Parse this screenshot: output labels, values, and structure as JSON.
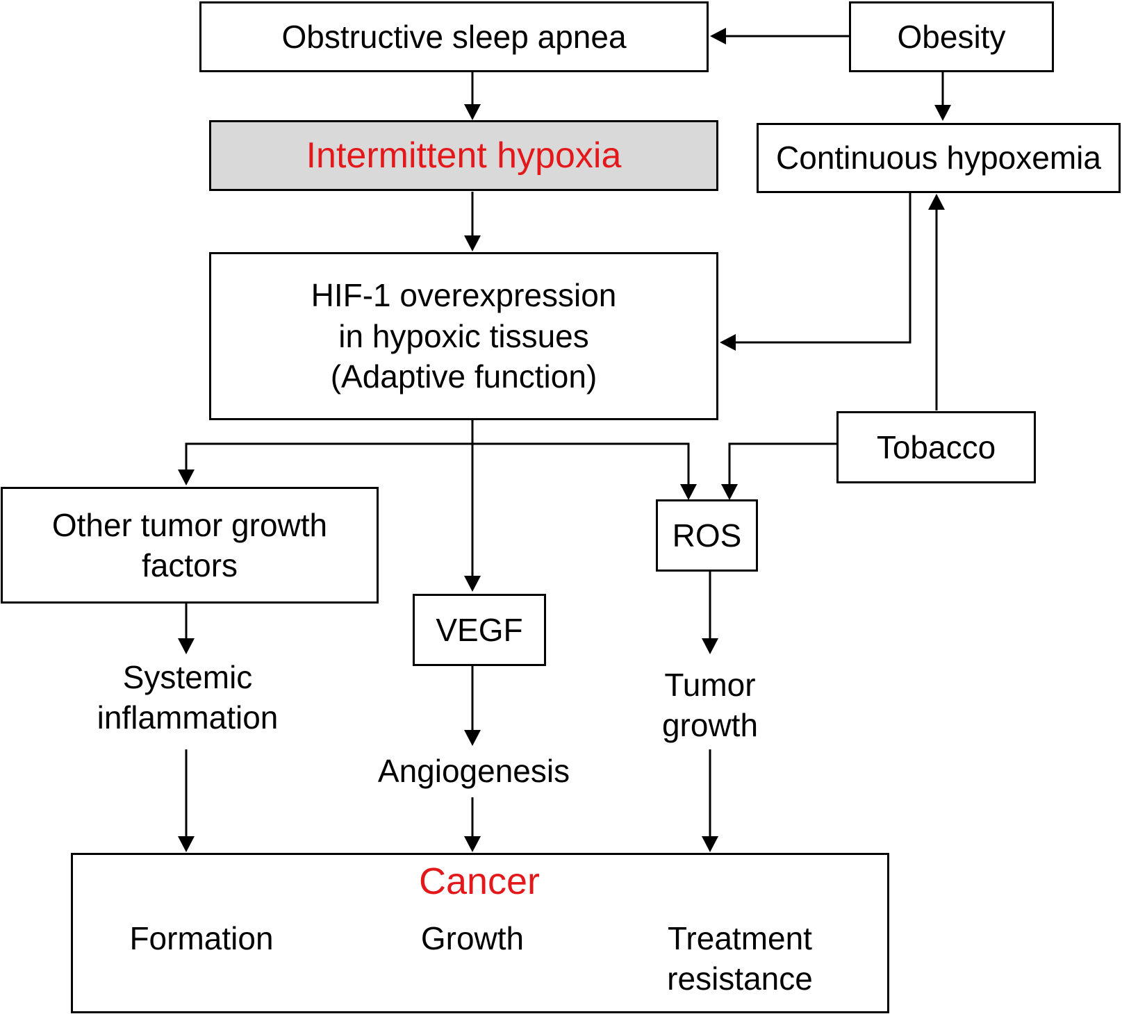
{
  "nodes": {
    "osa": "Obstructive sleep apnea",
    "obesity": "Obesity",
    "intermittent_hypoxia": "Intermittent hypoxia",
    "continuous_hypoxemia": "Continuous hypoxemia",
    "hif1": [
      "HIF-1 overexpression",
      "in hypoxic tissues",
      "(Adaptive function)"
    ],
    "tobacco": "Tobacco",
    "other_factors": [
      "Other tumor growth",
      "factors"
    ],
    "ros": "ROS",
    "vegf": "VEGF",
    "systemic_inflammation": [
      "Systemic",
      "inflammation"
    ],
    "tumor_growth": [
      "Tumor",
      "growth"
    ],
    "angiogenesis": "Angiogenesis",
    "cancer": {
      "title": "Cancer",
      "formation": "Formation",
      "growth": "Growth",
      "treatment_resistance": [
        "Treatment",
        "resistance"
      ]
    }
  },
  "colors": {
    "highlight_text": "#e3181b",
    "shaded_box": "#d9d9d9",
    "line": "#000000"
  },
  "edges": [
    [
      "Obesity",
      "Obstructive sleep apnea"
    ],
    [
      "Obesity",
      "Continuous hypoxemia"
    ],
    [
      "Obstructive sleep apnea",
      "Intermittent hypoxia"
    ],
    [
      "Intermittent hypoxia",
      "HIF-1 overexpression"
    ],
    [
      "Continuous hypoxemia",
      "HIF-1 overexpression"
    ],
    [
      "Tobacco",
      "Continuous hypoxemia"
    ],
    [
      "Tobacco",
      "ROS"
    ],
    [
      "HIF-1 overexpression",
      "Other tumor growth factors"
    ],
    [
      "HIF-1 overexpression",
      "VEGF"
    ],
    [
      "HIF-1 overexpression",
      "ROS"
    ],
    [
      "Other tumor growth factors",
      "Systemic inflammation"
    ],
    [
      "VEGF",
      "Angiogenesis"
    ],
    [
      "ROS",
      "Tumor growth"
    ],
    [
      "Systemic inflammation",
      "Cancer"
    ],
    [
      "Angiogenesis",
      "Cancer"
    ],
    [
      "Tumor growth",
      "Cancer"
    ]
  ]
}
